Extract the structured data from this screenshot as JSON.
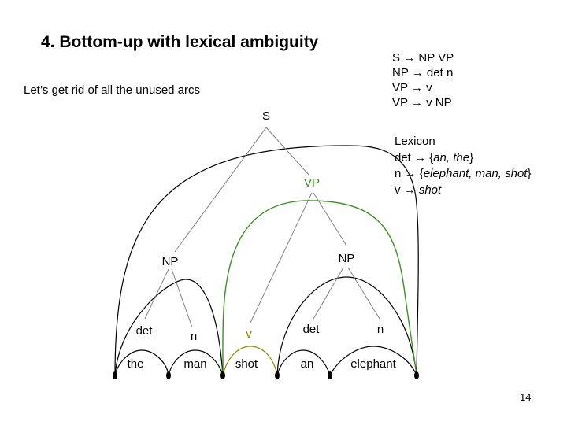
{
  "slide": {
    "title": "4. Bottom-up with lexical ambiguity",
    "subtitle": "Let’s get rid of all the unused arcs",
    "page_number": "14"
  },
  "grammar_rules": [
    {
      "lhs": "S",
      "arrow": "→",
      "rhs": "NP VP"
    },
    {
      "lhs": "NP",
      "arrow": "→",
      "rhs": "det n"
    },
    {
      "lhs": "VP",
      "arrow": "→",
      "rhs": "v"
    },
    {
      "lhs": "VP",
      "arrow": "→",
      "rhs": "v NP"
    }
  ],
  "lexicon": {
    "heading": "Lexicon",
    "entries": [
      {
        "cat": "det",
        "arrow": "→",
        "open": "{",
        "words": "an, the",
        "close": "}"
      },
      {
        "cat": "n",
        "arrow": "→",
        "open": "{",
        "words": "elephant, man, shot",
        "close": "}"
      },
      {
        "cat": "v",
        "arrow": "→",
        "open": "",
        "words": "shot",
        "close": ""
      }
    ]
  },
  "tree": {
    "words": [
      "the",
      "man",
      "shot",
      "an",
      "elephant"
    ],
    "preterminals": [
      "det",
      "n",
      "v",
      "det",
      "n"
    ],
    "phrases": {
      "np1": "NP",
      "np2": "NP",
      "vp": "VP",
      "s": "S"
    }
  },
  "colors": {
    "black": "#000000",
    "vp_green": "#3f8f2a",
    "v_olive": "#8a8a00",
    "arc_gray": "#808080"
  }
}
